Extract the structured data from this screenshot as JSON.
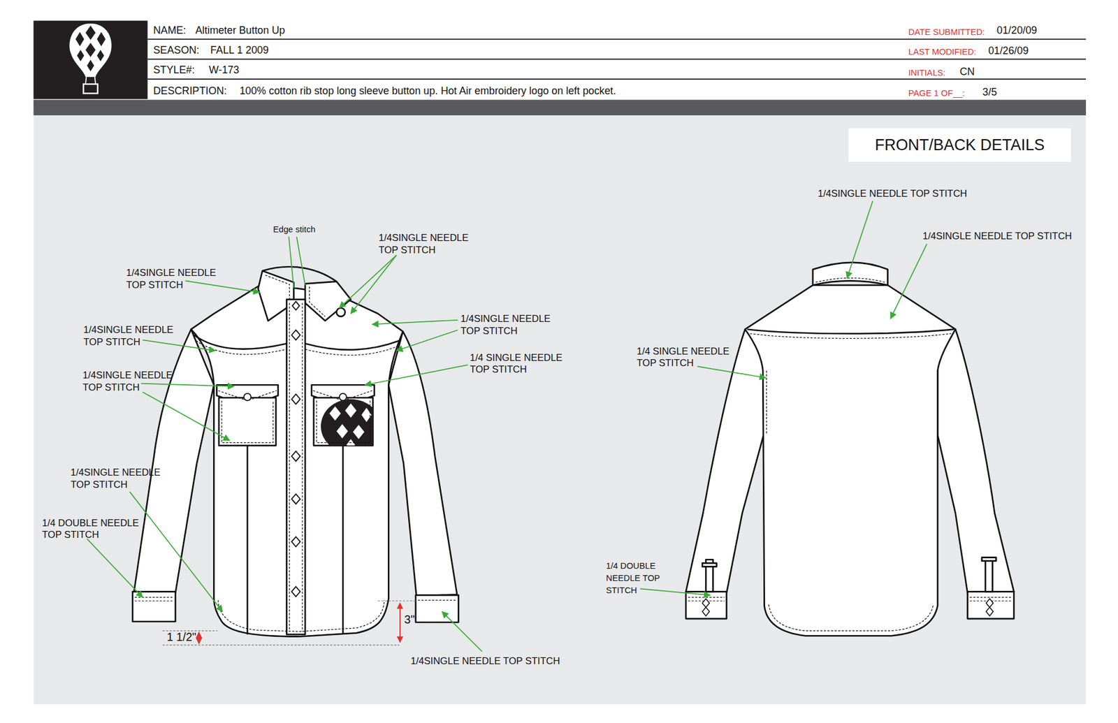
{
  "diagram": {
    "nodes": [
      {
        "text": [
          "FRONT/BACK DETAILS"
        ]
      }
    ],
    "labels": [
      "NAME:",
      "Altimeter Button Up",
      "SEASON:",
      "FALL 1 2009",
      "STYLE#:",
      "W-173",
      "DESCRIPTION:",
      "100% cotton rib stop long sleeve button up. Hot Air embroidery logo on left pocket.",
      "DATE SUBMITTED:",
      "01/20/09",
      "LAST MODIFIED:",
      "01/26/09",
      "INITIALS:",
      "CN",
      "PAGE 1 OF__:",
      "3/5",
      "Edge stitch",
      "1/4SINGLE NEEDLE TOP STITCH",
      "1/4SINGLE NEEDLE TOP STITCH",
      "1/4SINGLE NEEDLE TOP STITCH",
      "1/4SINGLE NEEDLE TOP STITCH",
      "1/4 SINGLE NEEDLE TOP STITCH",
      "1/4SINGLE NEEDLE TOP STITCH",
      "1/4SINGLE NEEDLE TOP STITCH",
      "1/4 DOUBLE NEEDLE TOP STITCH",
      "3\"",
      "1 1/2\"",
      "1/4SINGLE NEEDLE TOP STITCH",
      "1/4SINGLE NEEDLE TOP STITCH",
      "1/4SINGLE NEEDLE TOP STITCH",
      "1/4 SINGLE NEEDLE TOP STITCH",
      "1/4 DOUBLE NEEDLE TOP STITCH"
    ]
  }
}
